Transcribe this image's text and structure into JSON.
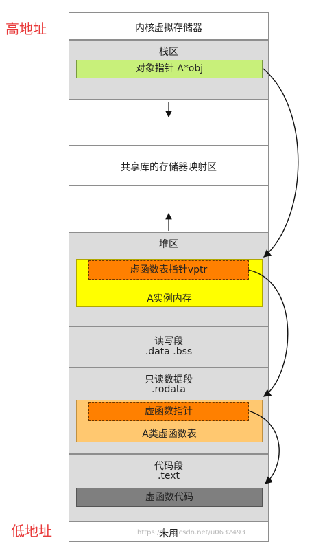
{
  "labels": {
    "high": "高地址",
    "low": "低地址"
  },
  "regions": {
    "kernel": "内核虚拟存储器",
    "stack": "栈区",
    "stack_obj": "对象指针 A*obj",
    "shared": "共享库的存储器映射区",
    "heap": "堆区",
    "vptr": "虚函数表指针vptr",
    "instance": "A实例内存",
    "rw_line1": "读写段",
    "rw_line2": ".data .bss",
    "ro_line1": "只读数据段",
    "ro_line2": ".rodata",
    "vtable_entry": "虚函数指针",
    "vtable": "A类虚函数表",
    "code_line1": "代码段",
    "code_line2": ".text",
    "vfunc_code": "虚函数代码",
    "unused": "未用"
  },
  "watermark": "https://blog.csdn.net/u0632493",
  "colors": {
    "side_label": "#e83a3a",
    "region_gray": "#dcdcdc",
    "stack_obj_fill": "#c8f07a",
    "instance_fill": "#ffff00",
    "vptr_fill": "#ff8000",
    "vtable_fill": "#ffc870",
    "vfunc_code_fill": "#7f7f7f"
  }
}
